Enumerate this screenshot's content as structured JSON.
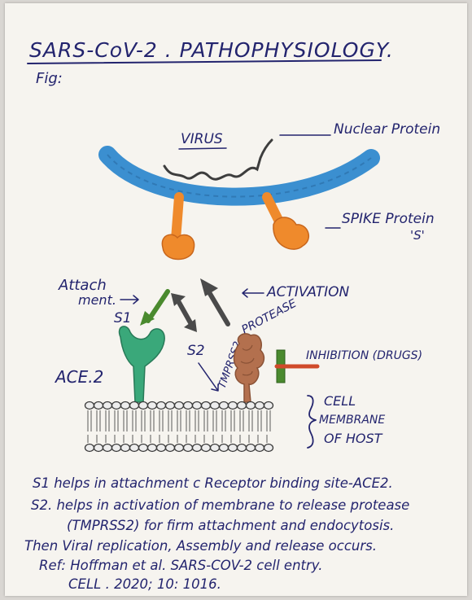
{
  "title": "SARS-CoV-2 . PATHOPHYSIOLOGY.",
  "fig_label": "Fig:",
  "labels": {
    "virus": "VIRUS",
    "nuclear_protein": "Nuclear Protein",
    "spike_protein": "SPIKE Protein",
    "spike_s": "'S'",
    "attachment_1": "Attach",
    "attachment_2": "ment.",
    "activation": "ACTIVATION",
    "s1": "S1",
    "s2": "S2",
    "ace2": "ACE.2",
    "tmprss2": "TMPRSS2",
    "protease": "PROTEASE",
    "inhibition": "INHIBITION (DRUGS)",
    "cell_1": "CELL",
    "cell_2": "MEMBRANE",
    "cell_3": "OF HOST"
  },
  "notes": [
    "S1 helps in attachment c Receptor binding site-ACE2.",
    "S2. helps in activation of membrane to release protease",
    "(TMPRSS2) for firm attachment and endocytosis.",
    "Then Viral replication, Assembly and release occurs.",
    "Ref: Hoffman et al. SARS-COV-2 cell entry.",
    "CELL . 2020; 10: 1016."
  ],
  "colors": {
    "ink": "#23246e",
    "membrane_blue": "#3b8fd0",
    "spike_orange": "#ef8a2c",
    "ace2_green": "#3aa87a",
    "arrow_green": "#4a8a2e",
    "arrow_gray": "#4a4a4a",
    "tmprss2_brown": "#b3704e",
    "drug_red": "#d04a2a"
  }
}
